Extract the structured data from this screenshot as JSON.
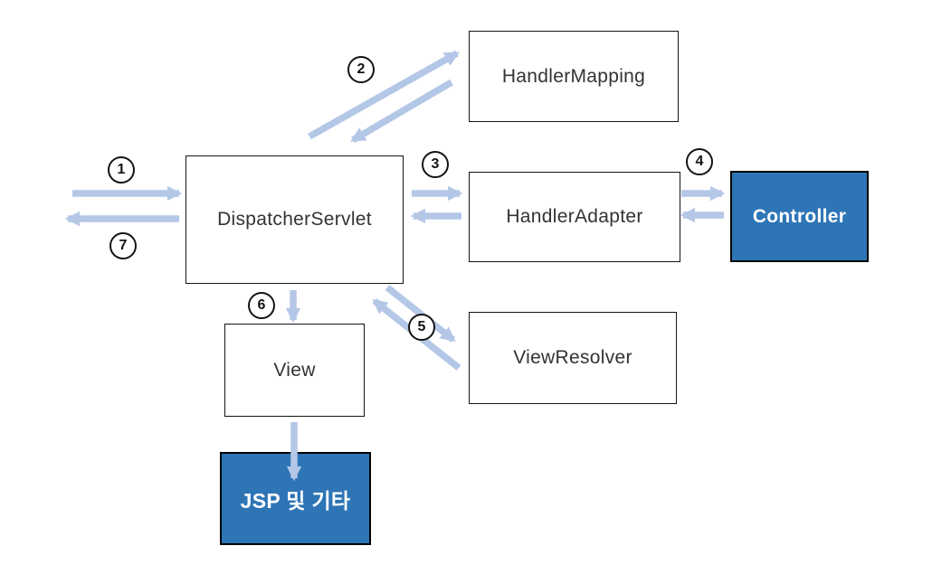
{
  "diagram": {
    "type": "flow-diagram",
    "subject": "Spring MVC request processing flow",
    "nodes": [
      {
        "id": "handler-mapping",
        "label": "HandlerMapping",
        "variant": "plain"
      },
      {
        "id": "dispatcher-servlet",
        "label": "DispatcherServlet",
        "variant": "plain"
      },
      {
        "id": "handler-adapter",
        "label": "HandlerAdapter",
        "variant": "plain"
      },
      {
        "id": "controller",
        "label": "Controller",
        "variant": "accent"
      },
      {
        "id": "view",
        "label": "View",
        "variant": "plain"
      },
      {
        "id": "jsp",
        "label": "JSP 및 기타",
        "variant": "accent"
      }
    ],
    "steps": [
      "1",
      "2",
      "3",
      "4",
      "5",
      "6",
      "7"
    ],
    "edges": [
      {
        "step": "1",
        "from": "client",
        "to": "dispatcher-servlet",
        "direction": "right"
      },
      {
        "step": "2",
        "from": "dispatcher-servlet",
        "to": "handler-mapping",
        "direction": "both-diagonal"
      },
      {
        "step": "3",
        "from": "dispatcher-servlet",
        "to": "handler-adapter",
        "direction": "both"
      },
      {
        "step": "4",
        "from": "handler-adapter",
        "to": "controller",
        "direction": "both"
      },
      {
        "step": "5",
        "from": "dispatcher-servlet",
        "to": "view-resolver",
        "direction": "both-diagonal"
      },
      {
        "step": "6",
        "from": "dispatcher-servlet",
        "to": "view",
        "direction": "down"
      },
      {
        "step": "7",
        "from": "dispatcher-servlet",
        "to": "client",
        "direction": "left"
      },
      {
        "step": "",
        "from": "view",
        "to": "jsp",
        "direction": "down"
      }
    ],
    "extra_nodes": [
      {
        "id": "view-resolver",
        "label": "ViewResolver",
        "variant": "plain"
      }
    ],
    "colors": {
      "accent_fill": "#2e75b6",
      "arrow": "#b4c7e7",
      "border": "#141414",
      "text": "#333333",
      "accent_text": "#ffffff",
      "background": "#ffffff"
    }
  }
}
